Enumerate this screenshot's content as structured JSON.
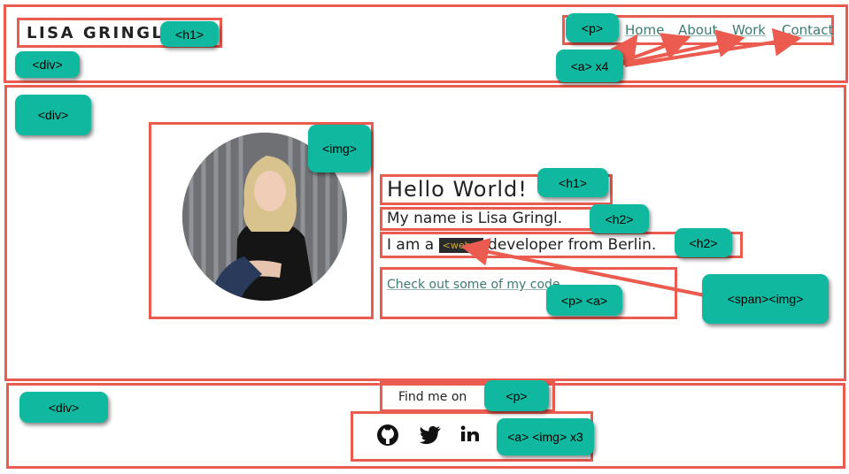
{
  "header": {
    "logo": "LISA GRINGL",
    "nav": [
      "Home",
      "About",
      "Work",
      "Contact"
    ]
  },
  "hero": {
    "title": "Hello World!",
    "subtitle": "My name is Lisa Gringl.",
    "role_prefix": "I am a",
    "role_chip": "<web>",
    "role_suffix": "developer from Berlin.",
    "cta": "Check out some of my code"
  },
  "footer": {
    "find_me": "Find me on",
    "social_icons": [
      "github-icon",
      "twitter-icon",
      "linkedin-icon"
    ]
  },
  "annotations": {
    "header_h1": "<h1>",
    "header_p": "<p>",
    "header_div": "<div>",
    "nav_links": "<a> x4",
    "main_div": "<div>",
    "img": "<img>",
    "hero_h1": "<h1>",
    "hero_h2_name": "<h2>",
    "hero_h2_role": "<h2>",
    "p_a": "<p> <a>",
    "span_img": "<span><img>",
    "footer_div": "<div>",
    "footer_p": "<p>",
    "footer_links": "<a> <img> x3"
  },
  "colors": {
    "annotation_border": "#ec5b4f",
    "annotation_tag": "#0fb89f",
    "link": "#3d7a72"
  }
}
